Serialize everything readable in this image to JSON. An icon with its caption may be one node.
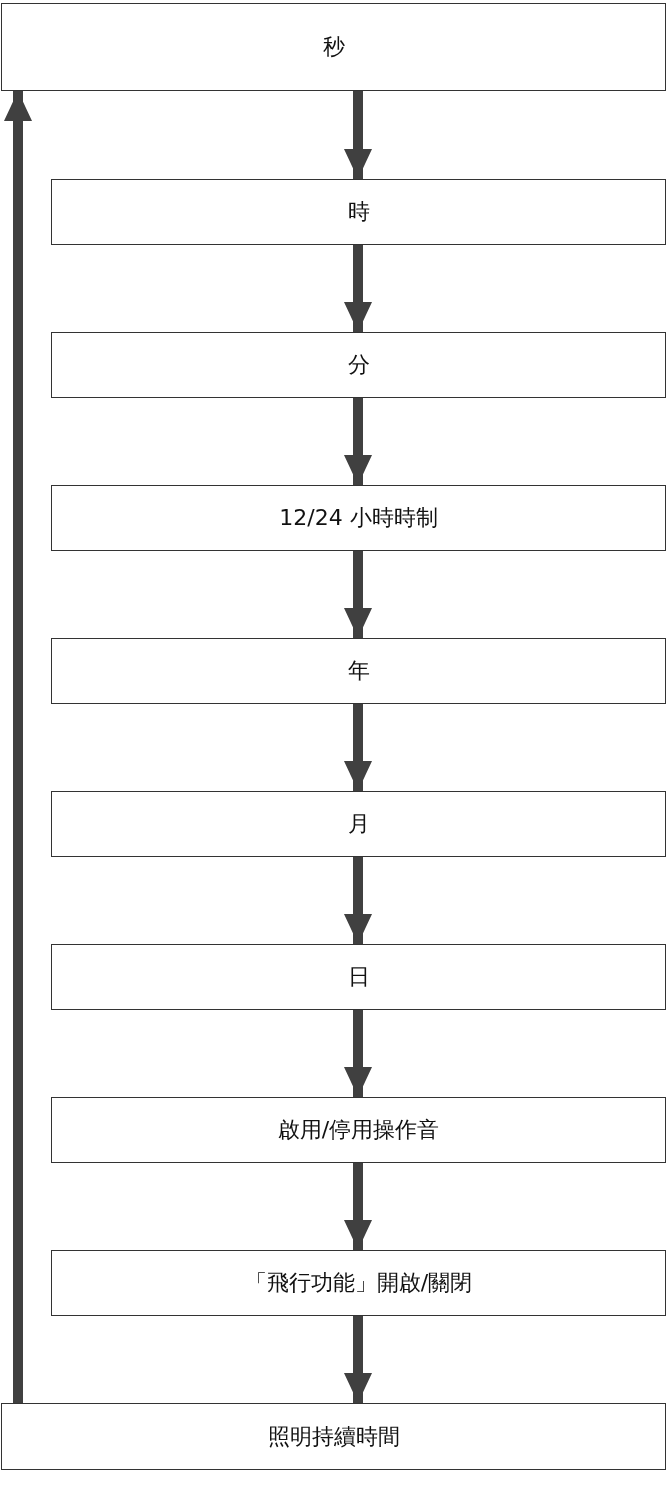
{
  "diagram": {
    "nodes": [
      {
        "text": [
          "秒"
        ]
      },
      {
        "text": [
          "時"
        ]
      },
      {
        "text": [
          "分"
        ]
      },
      {
        "text": [
          "12/24 小時時制"
        ]
      },
      {
        "text": [
          "年"
        ]
      },
      {
        "text": [
          "月"
        ]
      },
      {
        "text": [
          "日"
        ]
      },
      {
        "text": [
          "啟用/停用操作音"
        ]
      },
      {
        "text": [
          "「飛行功能」開啟/關閉"
        ]
      },
      {
        "text": [
          "照明持續時間"
        ]
      }
    ],
    "edges": [
      {
        "from": 0,
        "to": 1,
        "arrow": "to"
      },
      {
        "from": 1,
        "to": 2,
        "arrow": "to"
      },
      {
        "from": 2,
        "to": 3,
        "arrow": "to"
      },
      {
        "from": 3,
        "to": 4,
        "arrow": "to"
      },
      {
        "from": 4,
        "to": 5,
        "arrow": "to"
      },
      {
        "from": 5,
        "to": 6,
        "arrow": "to"
      },
      {
        "from": 6,
        "to": 7,
        "arrow": "to"
      },
      {
        "from": 7,
        "to": 8,
        "arrow": "to"
      },
      {
        "from": 8,
        "to": 9,
        "arrow": "to"
      },
      {
        "from": 9,
        "to": 0,
        "arrow": "to"
      }
    ]
  }
}
